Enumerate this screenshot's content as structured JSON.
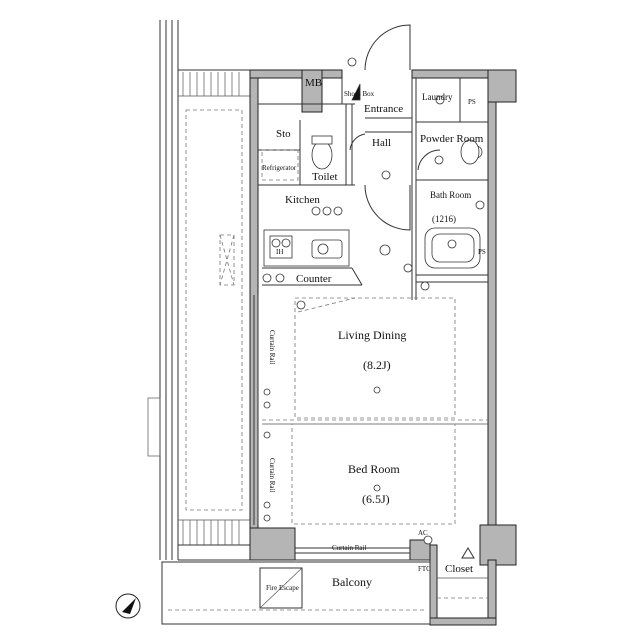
{
  "rooms": {
    "mb": "MB",
    "shoes": "Shoes Box",
    "entrance": "Entrance",
    "laundry": "Laundry",
    "ps_top": "PS",
    "ps_right": "PS",
    "sto": "Sto",
    "hall": "Hall",
    "powder": "Powder Room",
    "refrigerator": "Refrigerator",
    "toilet": "Toilet",
    "bath": "Bath Room",
    "bath_size": "(1216)",
    "kitchen": "Kitchen",
    "ih": "IH",
    "counter": "Counter",
    "living": "Living Dining",
    "living_size": "(8.2J)",
    "curtain_rail_1": "Curtain Rail",
    "curtain_rail_2": "Curtain Rail",
    "curtain_rail_bottom": "Curtain Rail",
    "bedroom": "Bed Room",
    "bedroom_size": "(6.5J)",
    "balcony": "Balcony",
    "fire_escape": "Fire Escape",
    "closet": "Closet",
    "ac": "AC",
    "ftc": "FTC"
  }
}
